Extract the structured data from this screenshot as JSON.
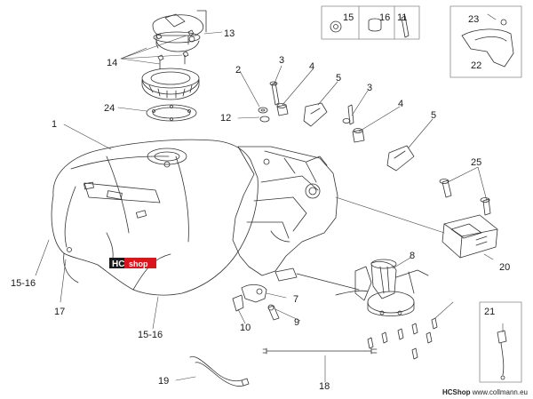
{
  "callouts": {
    "c1": "1",
    "c2": "2",
    "c3a": "3",
    "c3b": "3",
    "c4a": "4",
    "c4b": "4",
    "c5a": "5",
    "c5b": "5",
    "c7": "7",
    "c8": "8",
    "c9": "9",
    "c10": "10",
    "c11": "11",
    "c12": "12",
    "c13": "13",
    "c14": "14",
    "c15": "15",
    "c16": "16",
    "c17": "17",
    "c18": "18",
    "c19": "19",
    "c20": "20",
    "c21": "21",
    "c22": "22",
    "c23": "23",
    "c24": "24",
    "c25": "25",
    "c1516a": "15-16",
    "c1516b": "15-16"
  },
  "watermark": {
    "hc": "HC",
    "shop": "shop"
  },
  "footer": {
    "brand": "HCShop",
    "url": "www.collmann.eu"
  }
}
